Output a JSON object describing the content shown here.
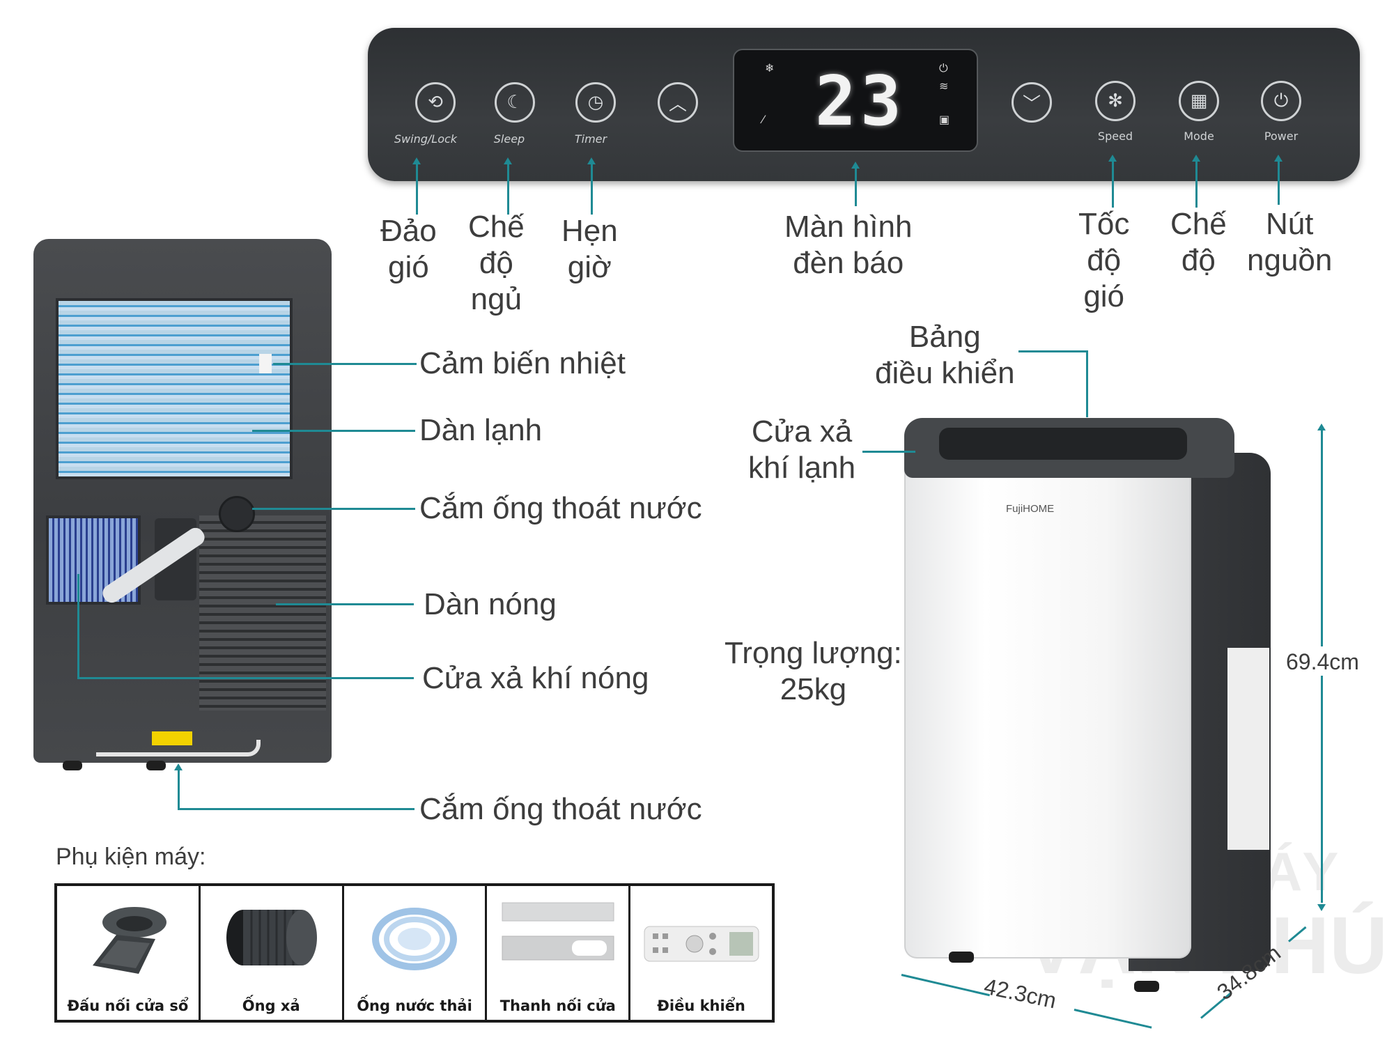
{
  "panel": {
    "buttons": [
      {
        "label": "Swing/Lock",
        "icon": "swing-lock-icon"
      },
      {
        "label": "Sleep",
        "icon": "sleep-icon"
      },
      {
        "label": "Timer",
        "icon": "timer-icon"
      },
      {
        "label": "",
        "icon": "chevron-up-icon"
      },
      {
        "label": "",
        "icon": "chevron-down-icon"
      },
      {
        "label": "Speed",
        "icon": "fan-speed-icon"
      },
      {
        "label": "Mode",
        "icon": "mode-icon"
      },
      {
        "label": "Power",
        "icon": "power-icon"
      }
    ],
    "display_value": "23"
  },
  "callouts_top": {
    "swing": "Đảo\ngió",
    "sleep": "Chế\nđộ\nngủ",
    "timer": "Hẹn\ngiờ",
    "display": "Màn hình\nđèn báo",
    "speed": "Tốc\nđộ\ngió",
    "mode": "Chế\nđộ",
    "power": "Nút\nnguồn"
  },
  "callouts_back": {
    "temp_sensor": "Cảm biến nhiệt",
    "evaporator": "Dàn lạnh",
    "drain_top": "Cắm ống thoát nước",
    "condenser": "Dàn nóng",
    "hot_exhaust": "Cửa xả khí nóng",
    "drain_bottom": "Cắm ống thoát nước"
  },
  "callouts_front": {
    "control_panel": "Bảng\nđiều khiển",
    "cold_outlet": "Cửa xả\nkhí lạnh",
    "weight": "Trọng lượng:\n25kg",
    "height": "69.4cm",
    "width": "42.3cm",
    "depth": "34.8cm",
    "brand": "FujiHOME"
  },
  "watermark": {
    "line1": "ĐIỆN MÁY",
    "line2": "VẠN PHÚC"
  },
  "accessories": {
    "title": "Phụ kiện máy:",
    "items": [
      "Đấu nối cửa sổ",
      "Ống xả",
      "Ống nước thải",
      "Thanh nối cửa",
      "Điều khiển"
    ]
  },
  "colors": {
    "accent": "#1f8a94",
    "panel": "#33363a"
  }
}
